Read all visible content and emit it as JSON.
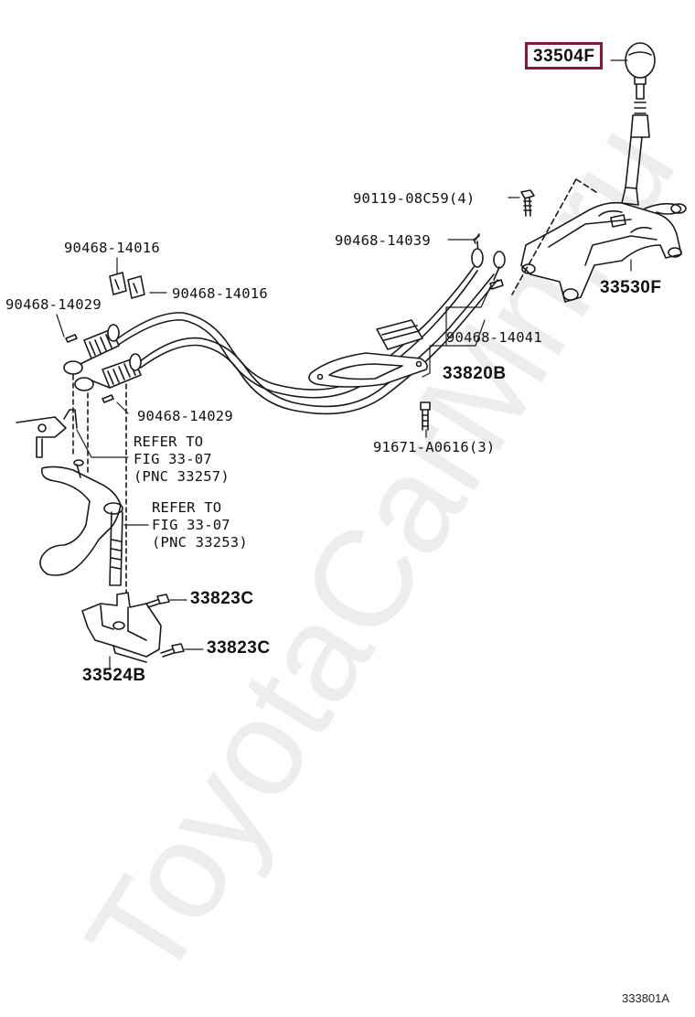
{
  "watermark": "ToyotaCarMn.ru",
  "figure_id": "333801A",
  "labels": {
    "p33504F": "33504F",
    "p90119": "90119-08C59(4)",
    "p90468_14039": "90468-14039",
    "p33530F": "33530F",
    "p90468_14016_a": "90468-14016",
    "p90468_14016_b": "90468-14016",
    "p90468_14029_a": "90468-14029",
    "p90468_14041": "90468-14041",
    "p33820B": "33820B",
    "p90468_14029_b": "90468-14029",
    "p91671": "91671-A0616(3)",
    "ref1_l1": "REFER TO",
    "ref1_l2": "FIG 33-07",
    "ref1_l3": "(PNC 33257)",
    "ref2_l1": "REFER TO",
    "ref2_l2": "FIG 33-07",
    "ref2_l3": "(PNC 33253)",
    "p33823C_a": "33823C",
    "p33823C_b": "33823C",
    "p33524B": "33524B"
  },
  "colors": {
    "line": "#1a1a1a",
    "highlight": "#8a1538"
  }
}
